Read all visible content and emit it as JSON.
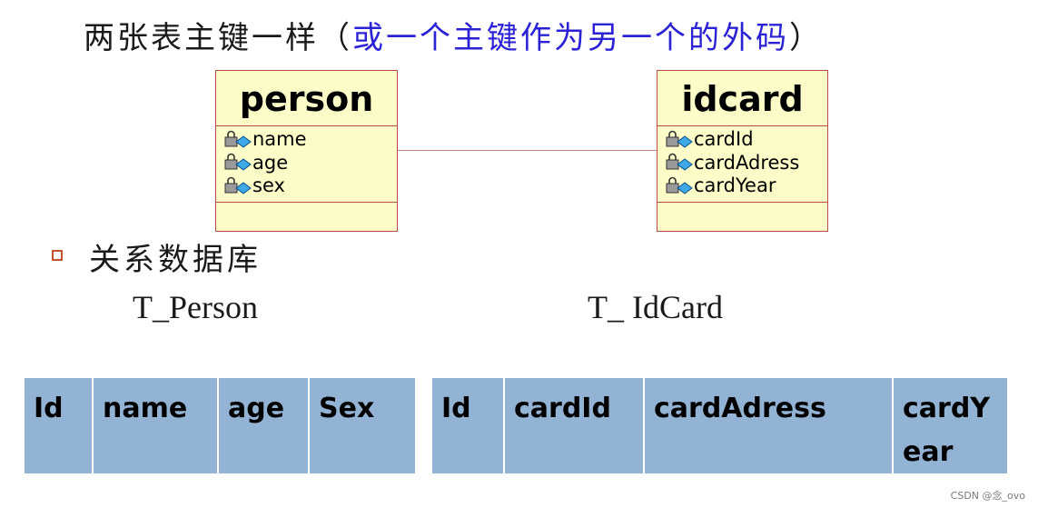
{
  "heading": {
    "prefix": "两张表主键一样（",
    "highlight": "或一个主键作为另一个的外码",
    "suffix": "）"
  },
  "diagram": {
    "classes": [
      {
        "name": "person",
        "attributes": [
          "name",
          "age",
          "sex"
        ]
      },
      {
        "name": "idcard",
        "attributes": [
          "cardId",
          "cardAdress",
          "cardYear"
        ]
      }
    ],
    "colors": {
      "class_fill": "#fcfcc8",
      "class_border": "#b94a4a",
      "association_line": "#c98a8a",
      "attribute_icon": "lock-icon"
    }
  },
  "section": {
    "bullet_label": "关系数据库"
  },
  "tables": [
    {
      "title": "T_Person",
      "columns": [
        "Id",
        "name",
        "age",
        "Sex"
      ]
    },
    {
      "title": "T_ IdCard",
      "columns": [
        "Id",
        "cardId",
        "cardAdress",
        "cardYear"
      ]
    }
  ],
  "table_colors": {
    "cell_fill": "#93b3d4"
  },
  "watermark": "CSDN @念_ovo"
}
